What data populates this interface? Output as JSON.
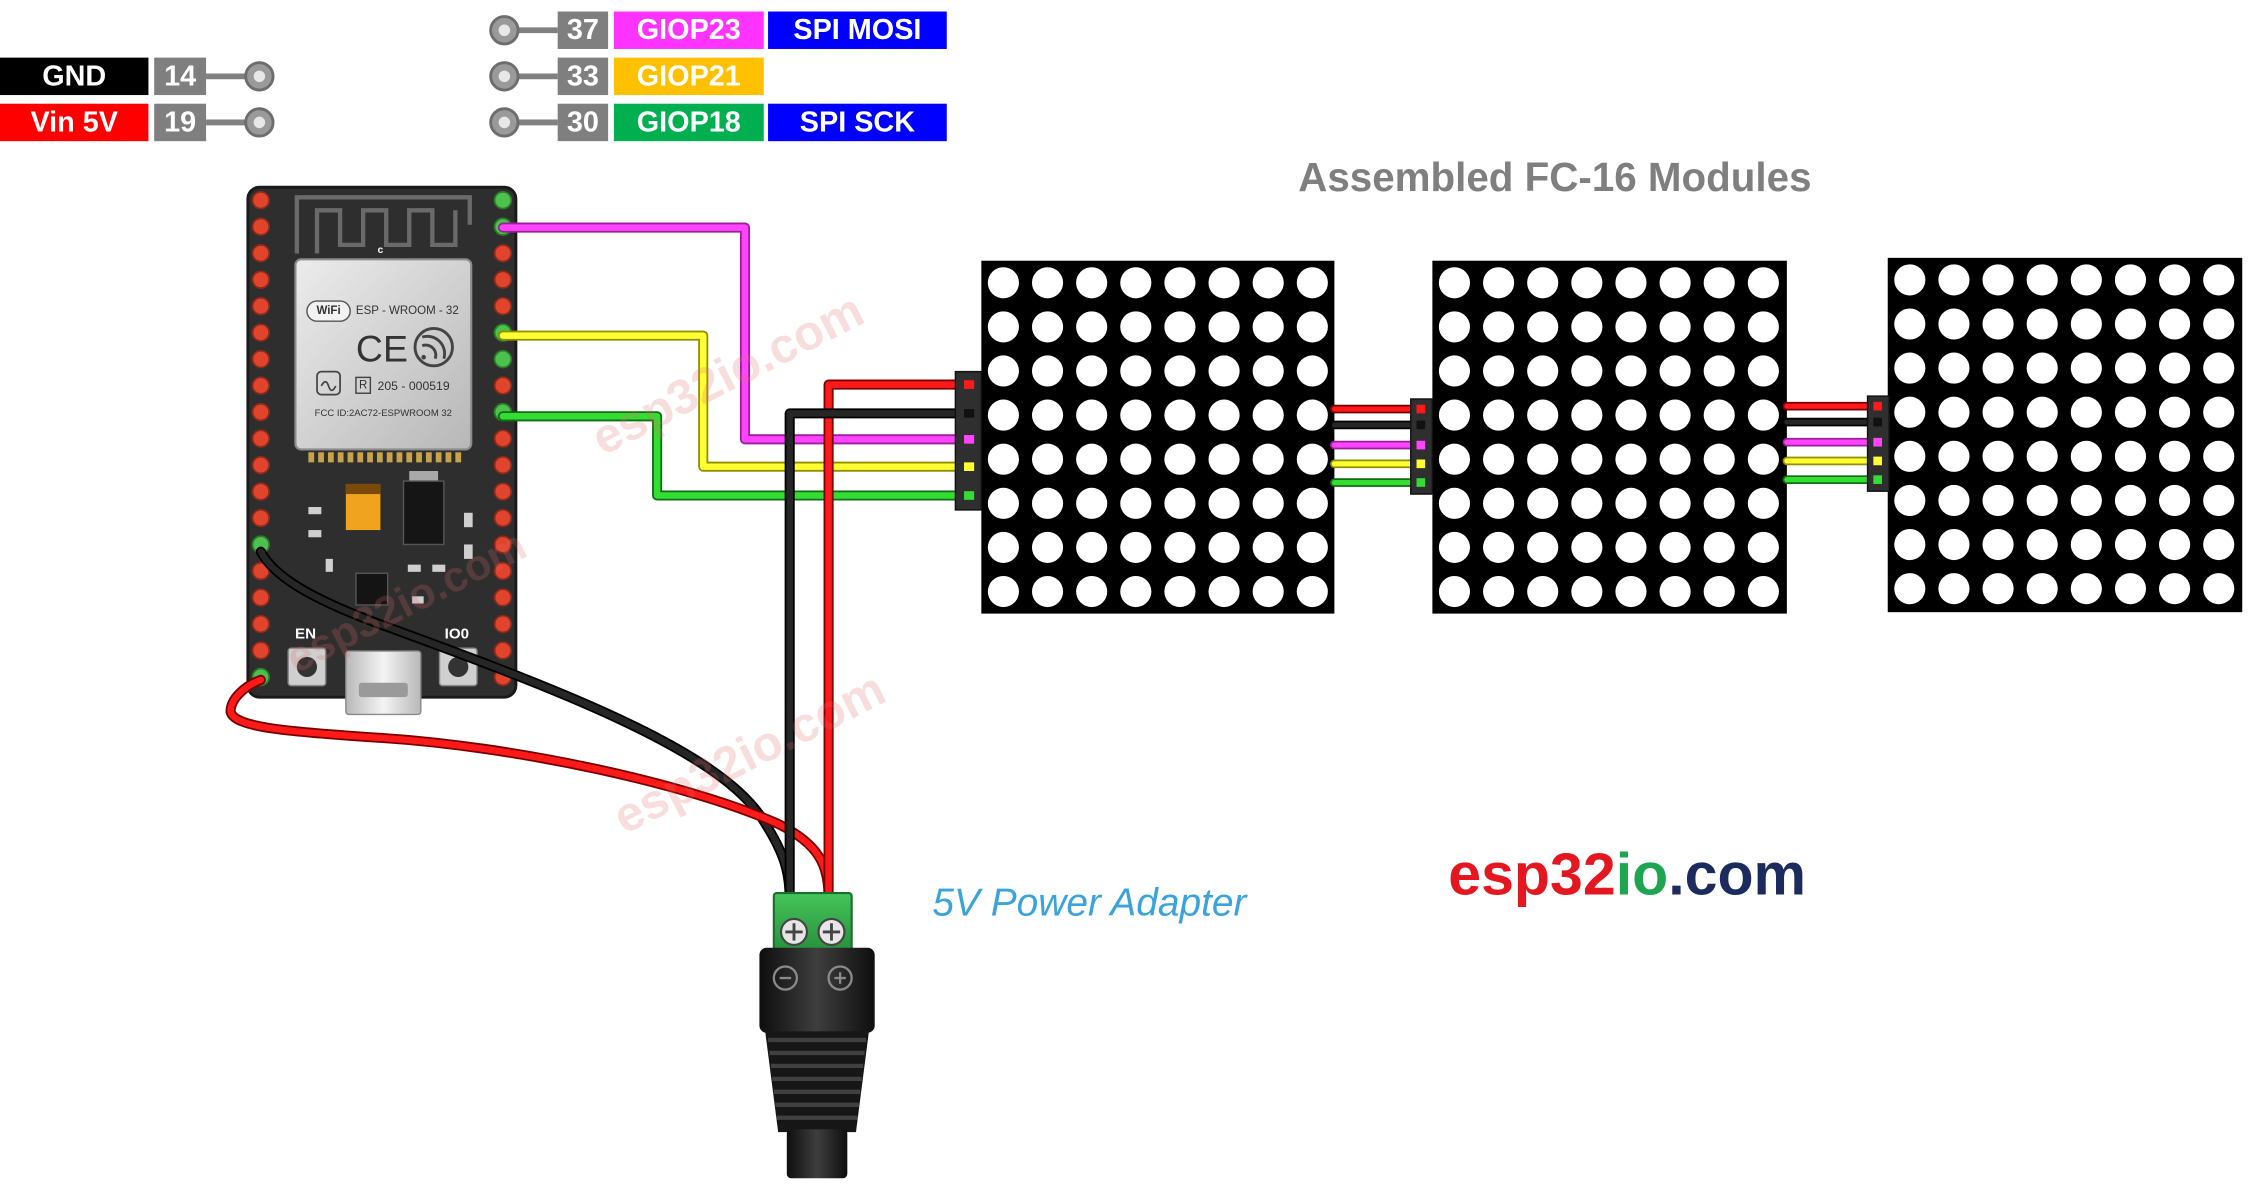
{
  "pin_labels": {
    "gnd": {
      "name": "GND",
      "pin": "14"
    },
    "vin": {
      "name": "Vin 5V",
      "pin": "19"
    },
    "mosi": {
      "pin": "37",
      "gpio": "GIOP23",
      "function": "SPI MOSI"
    },
    "cs": {
      "pin": "33",
      "gpio": "GIOP21"
    },
    "sck": {
      "pin": "30",
      "gpio": "GIOP18",
      "function": "SPI SCK"
    }
  },
  "modules_title": "Assembled FC-16 Modules",
  "power_adapter_label": "5V Power Adapter",
  "esp32_board": {
    "wifi_logo": "WiFi",
    "module_name": "ESP - WROOM - 32",
    "ce_mark": "CE",
    "cert_r": "R",
    "cert_number": "205 - 000519",
    "fcc_id": "FCC ID:2AC72-ESPWROOM 32",
    "antenna_mark": "c",
    "en_label": "EN",
    "io0_label": "IO0"
  },
  "logo": {
    "esp32": "esp32",
    "io": "io",
    "com": ".com"
  },
  "watermark": "esp32io.com",
  "colors": {
    "label_black": "#000000",
    "label_red": "#ff0000",
    "label_gray": "#7f7f7f",
    "label_magenta": "#ff33ff",
    "label_yellow": "#ffc000",
    "label_green": "#00b050",
    "label_blue": "#0000ff",
    "title_gray": "#7f7f7f",
    "adapter_label_blue": "#3aa3dc",
    "logo_red": "#e4161f",
    "logo_green": "#1da54f",
    "logo_navy": "#1c2b5e",
    "wire_red": "#ff1a1a",
    "wire_black": "#262626",
    "wire_magenta": "#ff44ff",
    "wire_yellow": "#ffff33",
    "wire_green": "#33dd33"
  }
}
